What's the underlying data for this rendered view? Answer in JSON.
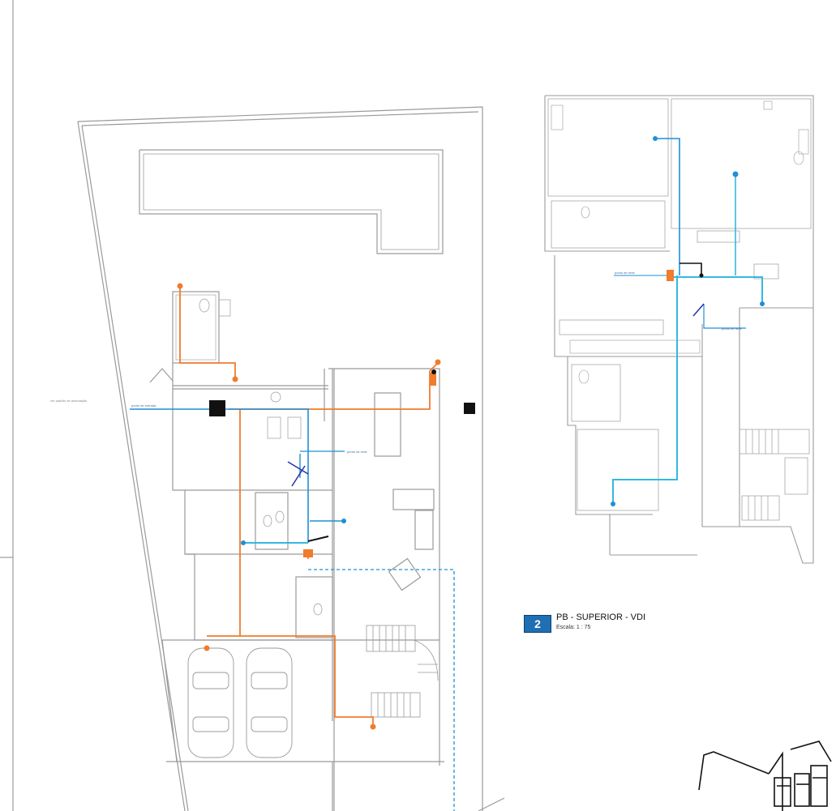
{
  "views": [
    {
      "number": "2",
      "title": "PB - SUPERIOR - VDI",
      "scale": "Escala: 1 : 75"
    }
  ],
  "notes": {
    "entry_left": "ver padrão de acendação",
    "entry_left2": "ponto de entrada",
    "blue_note_center": "ponto de rede",
    "blue_note_upper": "ponto de rede",
    "blue_note_upper2": "ponto de rede"
  },
  "colors": {
    "wall": "#9a9a9a",
    "orange_conduit": "#f07c2c",
    "blue_conduit": "#1e90d6",
    "cyan_conduit": "#35b8e0",
    "badge": "#1f6fb2"
  }
}
